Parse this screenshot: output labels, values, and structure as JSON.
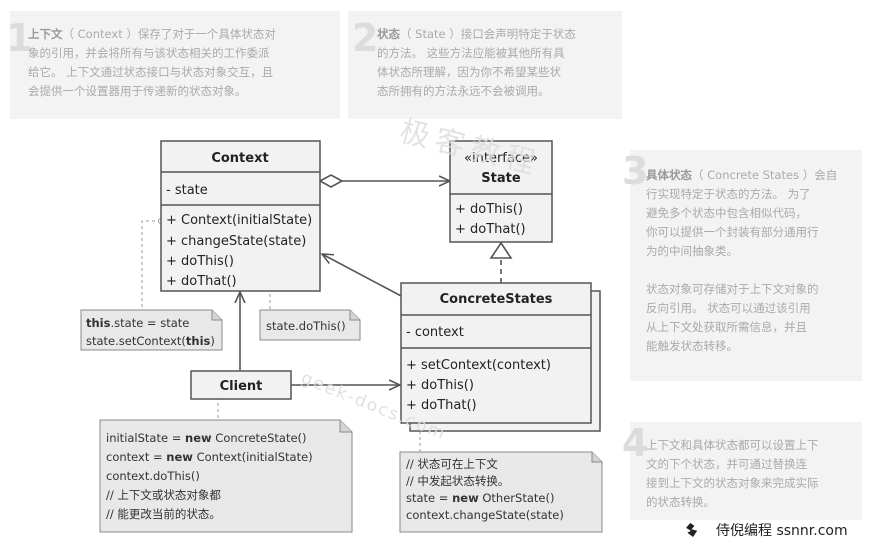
{
  "notes": [
    {
      "num": "1",
      "lead": "上下文",
      "lines": [
        "（ Context ）保存了对于一个具体状态对",
        "象的引用，并会将所有与该状态相关的工作委派",
        "给它。 上下文通过状态接口与状态对象交互，且",
        "会提供一个设置器用于传递新的状态对象。"
      ]
    },
    {
      "num": "2",
      "lead": "状态",
      "lines": [
        "（ State ）接口会声明特定于状态",
        "的方法。 这些方法应能被其他所有具",
        "体状态所理解，因为你不希望某些状",
        "态所拥有的方法永远不会被调用。"
      ]
    },
    {
      "num": "3",
      "lead": "具体状态",
      "lines": [
        "（ Concrete States ）会自",
        "行实现特定于状态的方法。 为了",
        "避免多个状态中包含相似代码，",
        "你可以提供一个封装有部分通用行",
        "为的中间抽象类。",
        "",
        "状态对象可存储对于上下文对象的",
        "反向引用。 状态可以通过该引用",
        "从上下文处获取所需信息，并且",
        "能触发状态转移。"
      ]
    },
    {
      "num": "4",
      "lead": "",
      "lines": [
        "上下文和具体状态都可以设置上下",
        "文的下个状态，并可通过替换连",
        "接到上下文的状态对象来完成实际",
        "的状态转换。"
      ]
    }
  ],
  "context_class": {
    "title": "Context",
    "fields": [
      "- state"
    ],
    "methods": [
      "+ Context(initialState)",
      "+ changeState(state)",
      "+ doThis()",
      "+ doThat()"
    ]
  },
  "state_interface": {
    "stereotype": "«interface»",
    "title": "State",
    "methods": [
      "+ doThis()",
      "+ doThat()"
    ]
  },
  "concrete_class": {
    "title": "ConcreteStates",
    "fields": [
      "- context"
    ],
    "methods": [
      "+ setContext(context)",
      "+ doThis()",
      "+ doThat()"
    ]
  },
  "client": {
    "title": "Client"
  },
  "code_notes": {
    "setcontext": {
      "line1_bold": "this",
      "line1_rest": ".state = state",
      "line2_pre": "state.setContext(",
      "line2_bold": "this",
      "line2_post": ")"
    },
    "dothis": {
      "line": "state.doThis()"
    },
    "client_code": [
      {
        "pre": "initialState = ",
        "kw": "new",
        "post": " ConcreteState()"
      },
      {
        "pre": "context = ",
        "kw": "new",
        "post": " Context(initialState)"
      },
      {
        "pre": "context.doThis()",
        "kw": "",
        "post": ""
      },
      {
        "pre": "// 上下文或状态对象都",
        "kw": "",
        "post": ""
      },
      {
        "pre": "// 能更改当前的状态。",
        "kw": "",
        "post": ""
      }
    ],
    "concrete_code": [
      {
        "pre": "// 状态可在上下文",
        "kw": "",
        "post": ""
      },
      {
        "pre": "// 中发起状态转换。",
        "kw": "",
        "post": ""
      },
      {
        "pre": "state = ",
        "kw": "new",
        "post": " OtherState()"
      },
      {
        "pre": "context.changeState(state)",
        "kw": "",
        "post": ""
      }
    ]
  },
  "watermarks": {
    "top": "极客教程",
    "middle": "geek-docs.com"
  },
  "footer": {
    "text": "侍倪编程 ssnnr.com"
  }
}
